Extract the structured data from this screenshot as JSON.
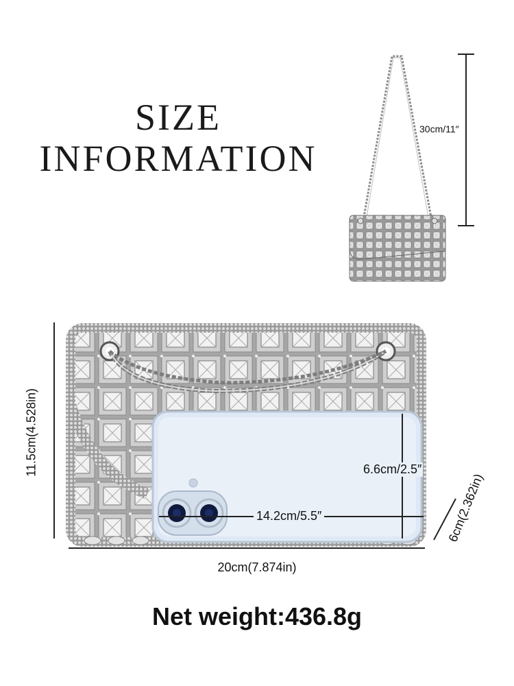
{
  "title": {
    "line1": "SIZE",
    "line2": "INFORMATION"
  },
  "dimensions": {
    "strap": "30cm/11″",
    "height": "11.5cm(4.528in)",
    "width": "20cm(7.874in)",
    "depth": "6cm(2.362in)",
    "phone_height": "6.6cm/2.5″",
    "phone_width": "14.2cm/5.5″"
  },
  "weight": "Net weight:436.8g",
  "colors": {
    "background": "#ffffff",
    "bag_silver": "#b8b8b8",
    "crystal": "#e6e6e6",
    "phone": "#dfe9f5",
    "lens": "#1b2c66"
  }
}
